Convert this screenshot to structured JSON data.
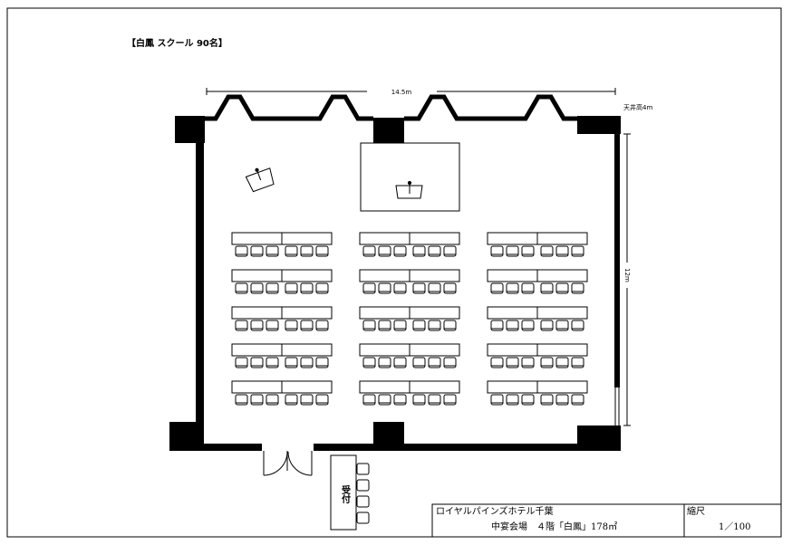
{
  "header": {
    "title": "【白鳳 スクール 90名】"
  },
  "dimensions": {
    "width": "14.5m",
    "depth": "12m",
    "ceiling": "天井高4m"
  },
  "reception": {
    "label": "受付"
  },
  "title_block": {
    "hotel": "ロイヤルパインズホテル千葉",
    "room": "中宴会場　４階「白鳳」178㎡",
    "scale_label": "縮尺",
    "scale": "1／100"
  },
  "layout": {
    "table_blocks": 3,
    "rows_per_block": 5,
    "tables_per_row": 2,
    "chairs_per_table": 3
  }
}
